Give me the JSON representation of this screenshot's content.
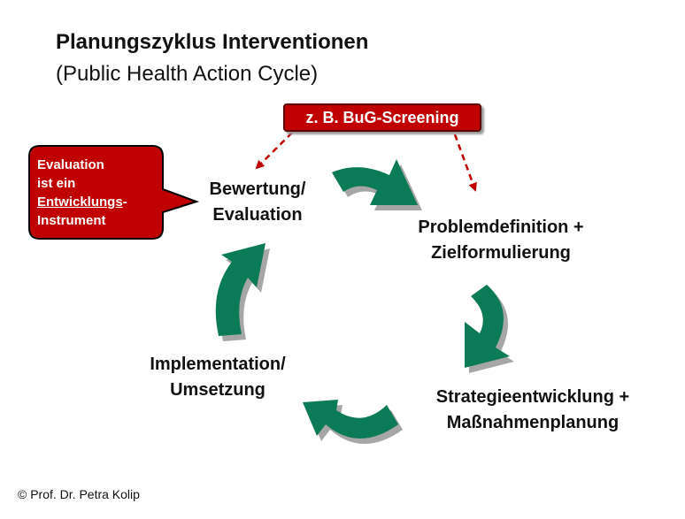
{
  "header": {
    "title": "Planungszyklus Interventionen",
    "subtitle": "(Public Health Action Cycle)"
  },
  "cycle": {
    "stages": [
      {
        "lines": [
          "Bewertung/",
          "Evaluation"
        ]
      },
      {
        "lines": [
          "Problemdefinition +",
          "Zielformulierung"
        ]
      },
      {
        "lines": [
          "Strategieentwicklung +",
          "Maßnahmenplanung"
        ]
      },
      {
        "lines": [
          "Implementation/",
          "Umsetzung"
        ]
      }
    ],
    "arrow_color": "#0b7a56",
    "shadow_color": "#a6a6a6"
  },
  "screening_box": {
    "label": "z. B. BuG-Screening",
    "color": "#c00000"
  },
  "evaluation_note": {
    "line1": "Evaluation",
    "line2": "ist ein",
    "line3_underlined": "Entwicklungs",
    "line3_rest": "-",
    "line4": "Instrument",
    "color": "#c00000"
  },
  "footer": {
    "copyright": "© Prof. Dr. Petra Kolip"
  }
}
